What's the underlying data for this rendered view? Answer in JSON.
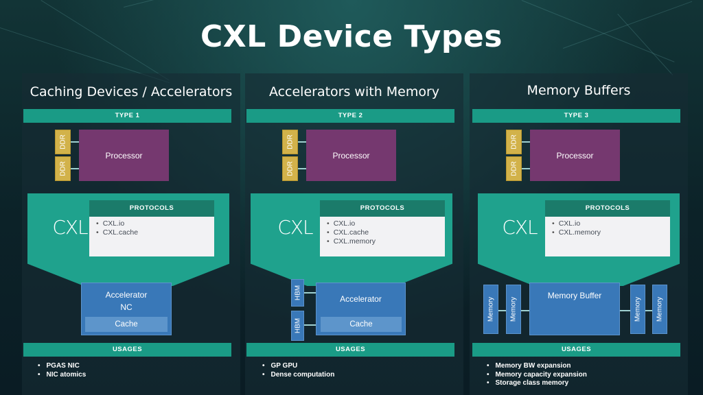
{
  "title": "CXL Device Types",
  "colors": {
    "teal": "#1a9b86",
    "purple": "#75386f",
    "ddr_gold": "#d2b24a",
    "blue": "#3978b8"
  },
  "panels": [
    {
      "heading": "Caching Devices / Accelerators",
      "type_label": "TYPE 1",
      "ddr": [
        "DDR",
        "DDR"
      ],
      "processor": "Processor",
      "cxl_logo": "CXL",
      "protocols_header": "PROTOCOLS",
      "protocols": [
        "CXL.io",
        "CXL.cache"
      ],
      "device_line1": "Accelerator",
      "device_line2": "NC",
      "cache": "Cache",
      "usages_label": "USAGES",
      "usages": [
        "PGAS NIC",
        "NIC atomics"
      ]
    },
    {
      "heading": "Accelerators with Memory",
      "type_label": "TYPE 2",
      "ddr": [
        "DDR",
        "DDR"
      ],
      "processor": "Processor",
      "cxl_logo": "CXL",
      "protocols_header": "PROTOCOLS",
      "protocols": [
        "CXL.io",
        "CXL.cache",
        "CXL.memory"
      ],
      "hbm": [
        "HBM",
        "HBM"
      ],
      "device_line1": "Accelerator",
      "cache": "Cache",
      "usages_label": "USAGES",
      "usages": [
        "GP GPU",
        "Dense computation"
      ]
    },
    {
      "heading": "Memory Buffers",
      "type_label": "TYPE 3",
      "ddr": [
        "DDR",
        "DDR"
      ],
      "processor": "Processor",
      "cxl_logo": "CXL",
      "protocols_header": "PROTOCOLS",
      "protocols": [
        "CXL.io",
        "CXL.memory"
      ],
      "memory": [
        "Memory",
        "Memory",
        "Memory",
        "Memory"
      ],
      "buffer": "Memory Buffer",
      "usages_label": "USAGES",
      "usages": [
        "Memory BW expansion",
        "Memory capacity expansion",
        "Storage class memory"
      ]
    }
  ]
}
